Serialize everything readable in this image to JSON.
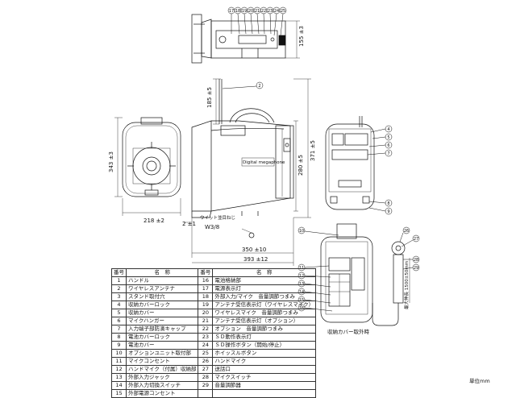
{
  "parts_table": {
    "header": {
      "num": "番号",
      "name": "名　称"
    },
    "left": [
      {
        "num": "1",
        "name": "ハンドル"
      },
      {
        "num": "2",
        "name": "ワイヤレスアンテナ"
      },
      {
        "num": "3",
        "name": "スタンド取付穴"
      },
      {
        "num": "4",
        "name": "収納カバーロック"
      },
      {
        "num": "5",
        "name": "収納カバー"
      },
      {
        "num": "6",
        "name": "マイクハンガー"
      },
      {
        "num": "7",
        "name": "入力端子部防滴キャップ"
      },
      {
        "num": "8",
        "name": "電池カバーロック"
      },
      {
        "num": "9",
        "name": "電池カバー"
      },
      {
        "num": "10",
        "name": "オプションユニット取付部"
      },
      {
        "num": "11",
        "name": "マイクコンセント"
      },
      {
        "num": "12",
        "name": "ハンドマイク（付属）収納部"
      },
      {
        "num": "13",
        "name": "外部入力ジャック"
      },
      {
        "num": "14",
        "name": "外部入力切換スイッチ"
      },
      {
        "num": "15",
        "name": "外部電源コンセント"
      }
    ],
    "right": [
      {
        "num": "16",
        "name": "電池格納部"
      },
      {
        "num": "17",
        "name": "電源表示灯"
      },
      {
        "num": "18",
        "name": "外部入力/マイク　音量調節つまみ"
      },
      {
        "num": "19",
        "name": "アンテナ受信表示灯（ワイヤレスマイク）"
      },
      {
        "num": "20",
        "name": "ワイヤレスマイク　音量調節つまみ"
      },
      {
        "num": "21",
        "name": "アンテナ受信表示灯（オプション）"
      },
      {
        "num": "22",
        "name": "オプション　音量調節つまみ"
      },
      {
        "num": "23",
        "name": "ＳＤ動作表示灯"
      },
      {
        "num": "24",
        "name": "ＳＤ操作ボタン（開始/停止）"
      },
      {
        "num": "25",
        "name": "ホイッスルボタン"
      },
      {
        "num": "26",
        "name": "ハンドマイク"
      },
      {
        "num": "27",
        "name": "送話口"
      },
      {
        "num": "28",
        "name": "マイクスイッチ"
      },
      {
        "num": "29",
        "name": "音量調節器"
      },
      {
        "num": "",
        "name": ""
      }
    ]
  },
  "dimensions": {
    "d155": "155 ±3",
    "d185": "185 ±5",
    "d343": "343 ±3",
    "d218": "218 ±2",
    "d371": "371 ±5",
    "d280": "280 ±5",
    "d350": "350 ±10",
    "d393": "393 ±12",
    "d2": "2 ±1",
    "screw": "ウイット並目ねじ",
    "screw_spec": "W3/8",
    "cord": "最大伸長 1500±50mm"
  },
  "brand_text": "Digital megaphone",
  "top_callouts": [
    "17",
    "18",
    "19",
    "20",
    "21",
    "22",
    "23",
    "24",
    "25"
  ],
  "side_callout": "2",
  "right_callouts": [
    "4",
    "5",
    "6",
    "7",
    "8",
    "9"
  ],
  "lower_callouts": [
    "10",
    "11",
    "12",
    "13",
    "14",
    "15",
    "16"
  ],
  "mic_callouts": [
    "26",
    "27",
    "28",
    "29"
  ],
  "caption": "収納カバー取外時",
  "unit": "単位mm"
}
